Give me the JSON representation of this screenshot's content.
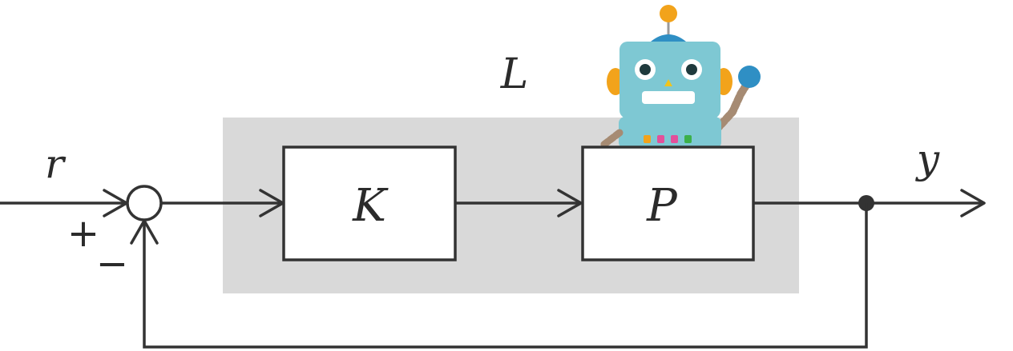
{
  "diagram": {
    "type": "feedback-control-block-diagram",
    "signals": {
      "reference": "r",
      "output": "y"
    },
    "summing_junction": {
      "plus_sign": "+",
      "minus_sign": "−"
    },
    "blocks": {
      "controller": "K",
      "plant": "P"
    },
    "loop_label": "L",
    "illustration": "robot-mascot"
  },
  "colors": {
    "line": "#333333",
    "loop_background": "#d9d9d9",
    "block_fill": "#ffffff",
    "robot_body": "#7ec8d3",
    "robot_accent": "#f2a31b"
  }
}
